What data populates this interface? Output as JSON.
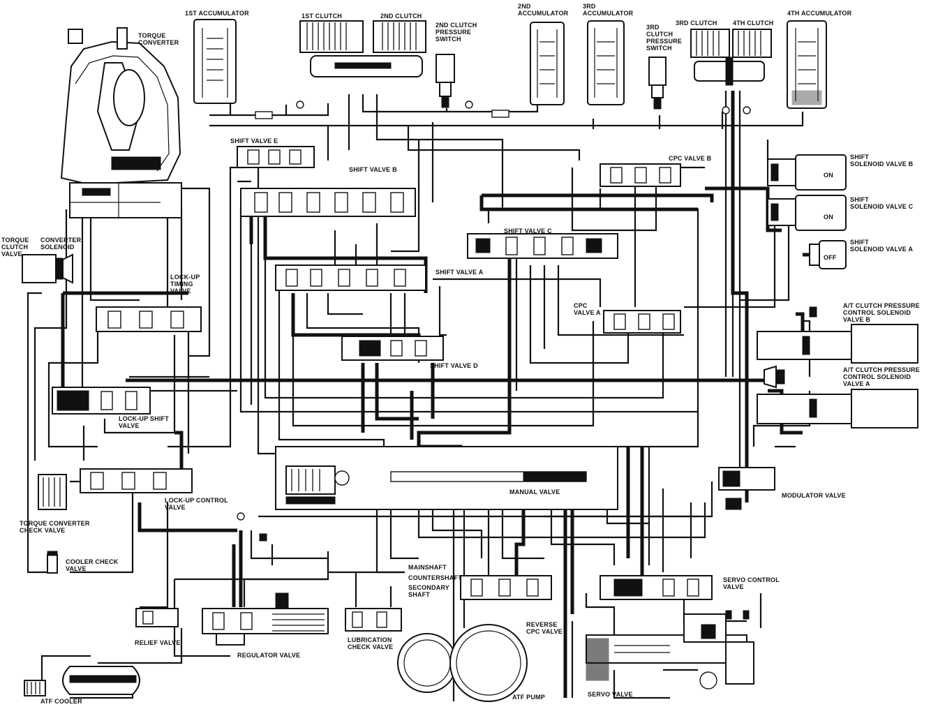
{
  "labels": {
    "acc1": "1ST ACCUMULATOR",
    "clutch1": "1ST CLUTCH",
    "clutch2": "2ND CLUTCH",
    "clutch2_switch": "2ND CLUTCH\nPRESSURE\nSWITCH",
    "acc2": "2ND\nACCUMULATOR",
    "acc3": "3RD\nACCUMULATOR",
    "clutch3_switch": "3RD\nCLUTCH\nPRESSURE\nSWITCH",
    "clutch3": "3RD CLUTCH",
    "clutch4": "4TH CLUTCH",
    "acc4": "4TH ACCUMULATOR",
    "torque_converter": "TORQUE\nCONVERTER",
    "shift_valve_e": "SHIFT VALVE E",
    "shift_valve_b": "SHIFT VALVE B",
    "cpc_valve_b": "CPC VALVE B",
    "solenoid_b": "SHIFT\nSOLENOID VALVE B",
    "solenoid_c": "SHIFT\nSOLENOID VALVE C",
    "solenoid_a": "SHIFT\nSOLENOID VALVE A",
    "on_b": "ON",
    "on_c": "ON",
    "off_a": "OFF",
    "shift_valve_c": "SHIFT VALVE C",
    "shift_valve_a": "SHIFT VALVE A",
    "tcc_valve": "TORQUE\nCLUTCH\nVALVE",
    "converter_solenoid": "CONVERTER\nSOLENOID",
    "lockup_timing": "LOCK-UP\nTIMING\nVALVE",
    "cpc_valve_a": "CPC\nVALVE A",
    "atcp_b": "A/T CLUTCH PRESSURE\nCONTROL SOLENOID\nVALVE B",
    "atcp_a": "A/T CLUTCH PRESSURE\nCONTROL SOLENOID\nVALVE A",
    "shift_valve_d": "SHIFT VALVE D",
    "lockup_shift": "LOCK-UP SHIFT\nVALVE",
    "lockup_control": "LOCK-UP CONTROL\nVALVE",
    "tc_check": "TORQUE CONVERTER\nCHECK VALVE",
    "manual_valve": "MANUAL VALVE",
    "modulator_valve": "MODULATOR VALVE",
    "cooler_check": "COOLER CHECK\nVALVE",
    "mainshaft": "MAINSHAFT",
    "countershaft": "COUNTERSHAFT",
    "secondary_shaft": "SECONDARY\nSHAFT",
    "servo_control": "SERVO CONTROL\nVALVE",
    "relief_valve": "RELIEF VALVE",
    "regulator_valve": "REGULATOR VALVE",
    "lubrication_check": "LUBRICATION\nCHECK VALVE",
    "reverse_cpc": "REVERSE\nCPC VALVE",
    "atf_pump": "ATF PUMP",
    "servo_valve": "SERVO VALVE",
    "atf_cooler": "ATF COOLER"
  }
}
